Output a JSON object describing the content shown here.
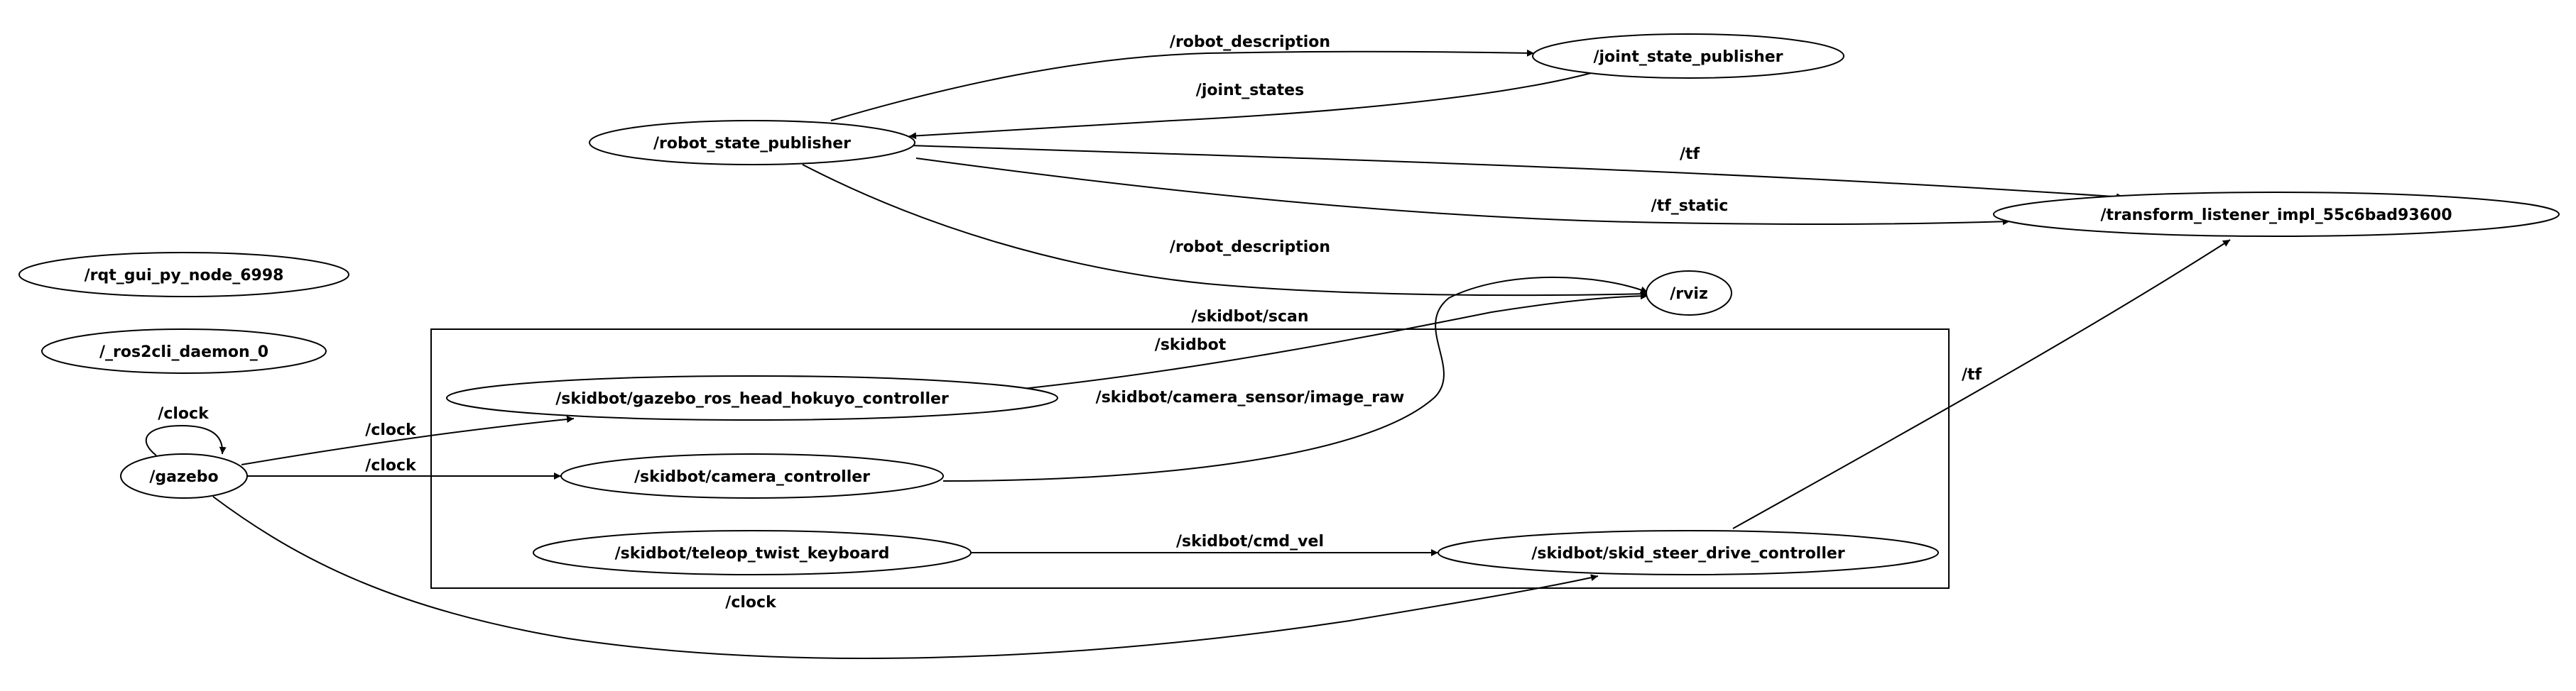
{
  "graph": {
    "cluster": {
      "label": "/skidbot"
    },
    "nodes": {
      "robot_state_publisher": "/robot_state_publisher",
      "joint_state_publisher": "/joint_state_publisher",
      "transform_listener": "/transform_listener_impl_55c6bad93600",
      "rviz": "/rviz",
      "rqt_gui": "/rqt_gui_py_node_6998",
      "ros2cli_daemon": "/_ros2cli_daemon_0",
      "gazebo": "/gazebo",
      "hokuyo_controller": "/skidbot/gazebo_ros_head_hokuyo_controller",
      "camera_controller": "/skidbot/camera_controller",
      "teleop": "/skidbot/teleop_twist_keyboard",
      "skid_steer": "/skidbot/skid_steer_drive_controller"
    },
    "edges": {
      "rsp_to_jsp": "/robot_description",
      "jsp_to_rsp": "/joint_states",
      "rsp_to_tf_listener": "/tf",
      "rsp_to_tf_listener_static": "/tf_static",
      "rsp_to_rviz": "/robot_description",
      "hokuyo_to_rviz": "/skidbot/scan",
      "camera_to_rviz": "/skidbot/camera_sensor/image_raw",
      "skid_to_tf_listener": "/tf",
      "gazebo_self": "/clock",
      "gazebo_to_hokuyo": "/clock",
      "gazebo_to_camera": "/clock",
      "gazebo_to_skid": "/clock",
      "teleop_to_skid": "/skidbot/cmd_vel"
    }
  }
}
